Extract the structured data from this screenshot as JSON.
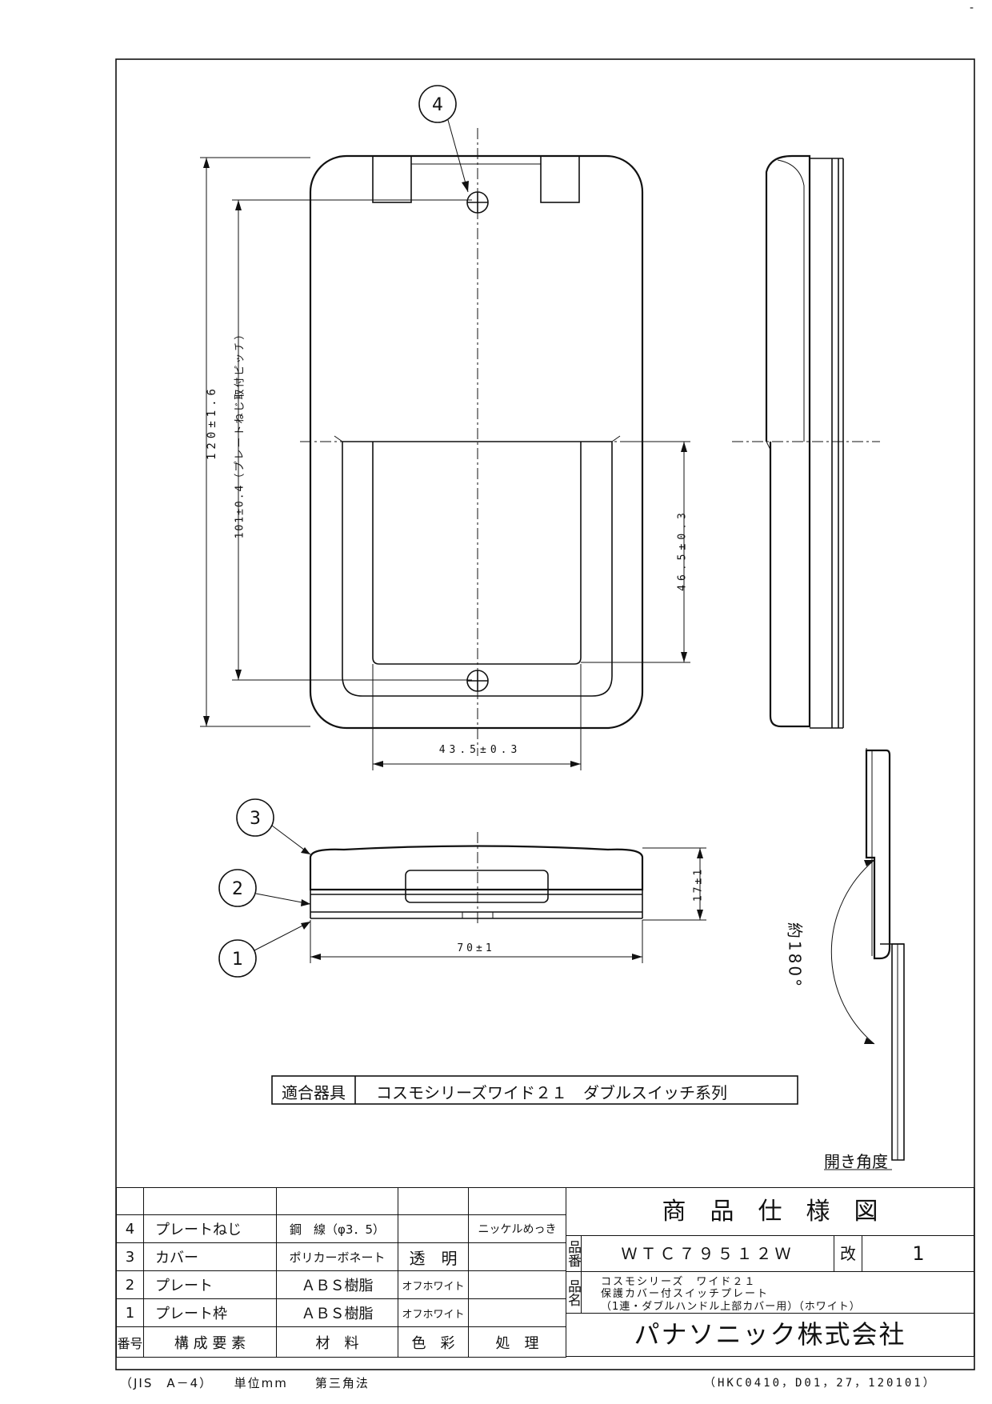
{
  "corner_mark": "-",
  "dimensions": {
    "height_total": "120±1.6",
    "screw_pitch": "101±0.4（プレートねじ取付ピッチ）",
    "window_height": "46.5±0.3",
    "window_width": "43.5±0.3",
    "plate_width": "70±1",
    "plate_depth": "17±1",
    "open_angle": "約180°"
  },
  "balloons": [
    "4",
    "3",
    "2",
    "1"
  ],
  "compatible": {
    "label": "適合器具",
    "value": "コスモシリーズワイド２１　ダブルスイッチ系列"
  },
  "open_angle_caption": "開き角度",
  "bom": {
    "header": [
      "番号",
      "構 成 要 素",
      "材　料",
      "色　彩",
      "処　理"
    ],
    "rows": [
      {
        "no": "4",
        "part": "プレートねじ",
        "material": "鋼　線（φ3．5）",
        "color": "",
        "finish": "ニッケルめっき"
      },
      {
        "no": "3",
        "part": "カバー",
        "material": "ポリカーボネート",
        "color": "透　明",
        "finish": ""
      },
      {
        "no": "2",
        "part": "プレート",
        "material": "ＡＢＳ樹脂",
        "color": "オフホワイト",
        "finish": ""
      },
      {
        "no": "1",
        "part": "プレート枠",
        "material": "ＡＢＳ樹脂",
        "color": "オフホワイト",
        "finish": ""
      }
    ]
  },
  "title_block": {
    "title": "商　品　仕　様　図",
    "part_no_label": "品番",
    "part_no": "ＷＴＣ７９５１２Ｗ",
    "rev_label": "改",
    "rev": "1",
    "name_label": "品名",
    "name_line1": "コスモシリーズ　ワイド２１",
    "name_line2": "保護カバー付スイッチプレート",
    "name_line3": "（1連・ダブルハンドル上部カバー用）（ホワイト）",
    "company": "パナソニック株式会社"
  },
  "footer": {
    "left": "（JIS　A－4）　　単位mm　　第三角法",
    "right": "（HKC0410，D01，27，120101）"
  }
}
